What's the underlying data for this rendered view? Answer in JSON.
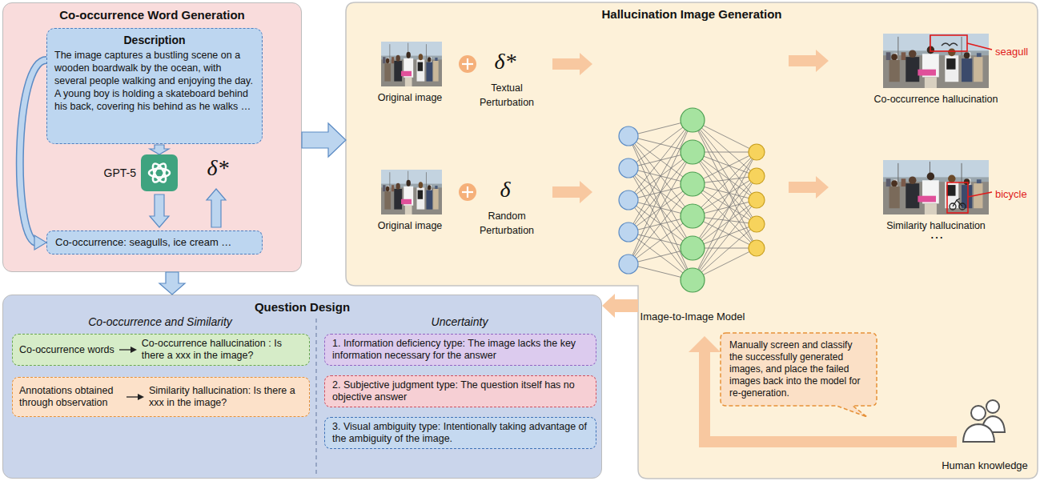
{
  "diagram": {
    "nodes": [
      {
        "text": [
          "Co-occurrence Word Generation"
        ]
      },
      {
        "text": [
          "Description",
          "The image captures a bustling scene on a wooden boardwalk by the ocean, with several people walking and enjoying the day. A young boy is holding a skateboard behind his back, covering his behind as he walks …"
        ],
        "in": 0
      },
      {
        "text": [
          "Co-occurrence: seagulls, ice cream …"
        ],
        "in": 0
      },
      {
        "text": [
          "Hallucination Image Generation"
        ]
      },
      {
        "text": [
          "Manually screen and classify the successfully generated images, and place the failed images back into the model for re-generation."
        ],
        "in": 3
      },
      {
        "text": [
          "Question Design"
        ]
      },
      {
        "text": [
          "Co-occurrence words",
          "Co-occurrence hallucination : Is there a xxx in the image?"
        ],
        "in": 5
      },
      {
        "text": [
          "Annotations obtained through observation",
          "Similarity hallucination: Is there a xxx in the image?"
        ],
        "in": 5
      },
      {
        "text": [
          "1. Information deficiency type: The image lacks the key information necessary for the answer"
        ],
        "in": 5
      },
      {
        "text": [
          "2. Subjective judgment type: The question itself has no objective answer"
        ],
        "in": 5
      },
      {
        "text": [
          "3. Visual ambiguity type: Intentionally taking advantage of the ambiguity of the image."
        ],
        "in": 5
      }
    ],
    "edges": [
      {
        "from": 1,
        "to": 2,
        "arrow": "to"
      },
      {
        "from": 0,
        "to": 3,
        "arrow": "to"
      },
      {
        "from": 0,
        "to": 5,
        "arrow": "to"
      },
      {
        "from": 3,
        "to": 5,
        "arrow": "to"
      }
    ],
    "labels": [
      "GPT-5",
      "δ*",
      "Original image",
      "δ*",
      "Textual Perturbation",
      "Original image",
      "δ",
      "Random Perturbation",
      "Image-to-Image Model",
      "Co-occurrence hallucination",
      "seagull",
      "Similarity hallucination",
      "bicycle",
      "…",
      "Human knowledge",
      "Co-occurrence and Similarity",
      "Uncertainty"
    ]
  }
}
